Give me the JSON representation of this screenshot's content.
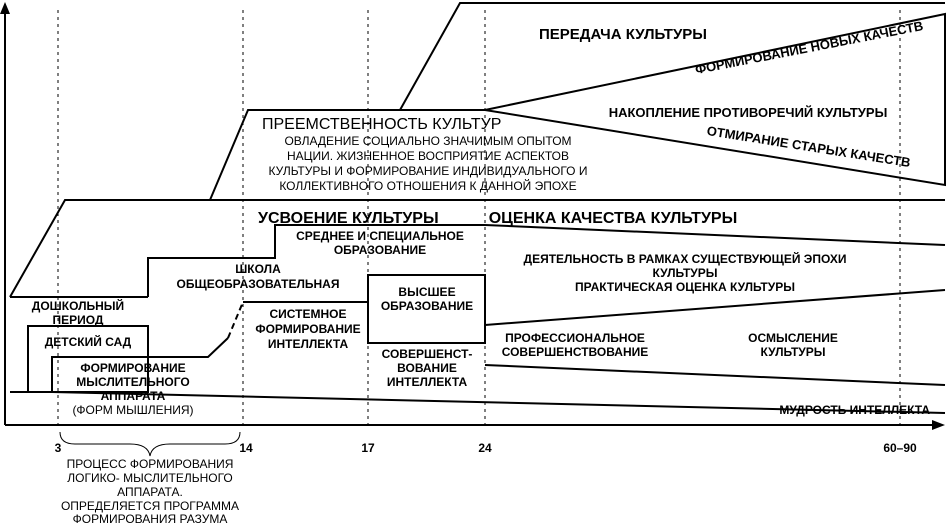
{
  "texts": {
    "culture_transfer": "ПЕРЕДАЧА КУЛЬТУРЫ",
    "new_qualities": "ФОРМИРОВАНИЕ НОВЫХ КАЧЕСТВ",
    "contradictions": "НАКОПЛЕНИЕ ПРОТИВОРЕЧИЙ КУЛЬТУРЫ",
    "dying_qualities": "ОТМИРАНИЕ СТАРЫХ КАЧЕСТВ",
    "succession_title": "ПРЕЕМСТВЕННОСТЬ КУЛЬТУР",
    "succession_desc": [
      "ОВЛАДЕНИЕ СОЦИАЛЬНО ЗНАЧИМЫМ ОПЫТОМ",
      "НАЦИИ. ЖИЗНЕННОЕ ВОСПРИЯТИЕ АСПЕКТОВ",
      "КУЛЬТУРЫ И ФОРМИРОВАНИЕ ИНДИВИДУАЛЬНОГО И",
      "КОЛЛЕКТИВНОГО ОТНОШЕНИЯ К ДАННОЙ ЭПОХЕ"
    ],
    "assimilation": "УСВОЕНИЕ КУЛЬТУРЫ",
    "quality_assessment": "ОЦЕНКА КАЧЕСТВА КУЛЬТУРЫ",
    "secondary_edu": [
      "СРЕДНЕЕ И СПЕЦИАЛЬНОЕ",
      "ОБРАЗОВАНИЕ"
    ],
    "school": [
      "ШКОЛА",
      "ОБЩЕОБРАЗОВАТЕЛЬНАЯ"
    ],
    "higher_edu": [
      "ВЫСШЕЕ",
      "ОБРАЗОВАНИЕ"
    ],
    "activity": [
      "ДЕЯТЕЛЬНОСТЬ В РАМКАХ СУЩЕСТВУЮЩЕЙ ЭПОХИ",
      "КУЛЬТУРЫ",
      "ПРАКТИЧЕСКАЯ ОЦЕНКА КУЛЬТУРЫ"
    ],
    "preschool": [
      "ДОШКОЛЬНЫЙ",
      "ПЕРИОД"
    ],
    "kindergarten": "ДЕТСКИЙ САД",
    "systemic": [
      "СИСТЕМНОЕ",
      "ФОРМИРОВАНИЕ",
      "ИНТЕЛЛЕКТА"
    ],
    "professional": [
      "ПРОФЕССИОНАЛЬНОЕ",
      "СОВЕРШЕНСТВОВАНИЕ"
    ],
    "comprehension": [
      "ОСМЫСЛЕНИЕ",
      "КУЛЬТУРЫ"
    ],
    "perfecting": [
      "СОВЕРШЕНСТ-",
      "ВОВАНИЕ",
      "ИНТЕЛЛЕКТА"
    ],
    "thinking_apparatus": [
      "ФОРМИРОВАНИЕ",
      "МЫСЛИТЕЛЬНОГО",
      "АППАРАТА",
      "(ФОРМ МЫШЛЕНИЯ)"
    ],
    "wisdom": "МУДРОСТЬ ИНТЕЛЛЕКТА",
    "formation_process": [
      "ПРОЦЕСС ФОРМИРОВАНИЯ",
      "ЛОГИКО- МЫСЛИТЕЛЬНОГО",
      "АППАРАТА.",
      "ОПРЕДЕЛЯЕТСЯ ПРОГРАММА",
      "ФОРМИРОВАНИЯ РАЗУМА"
    ]
  },
  "axis": {
    "ticks": [
      "3",
      "14",
      "17",
      "24",
      "60–90"
    ]
  }
}
